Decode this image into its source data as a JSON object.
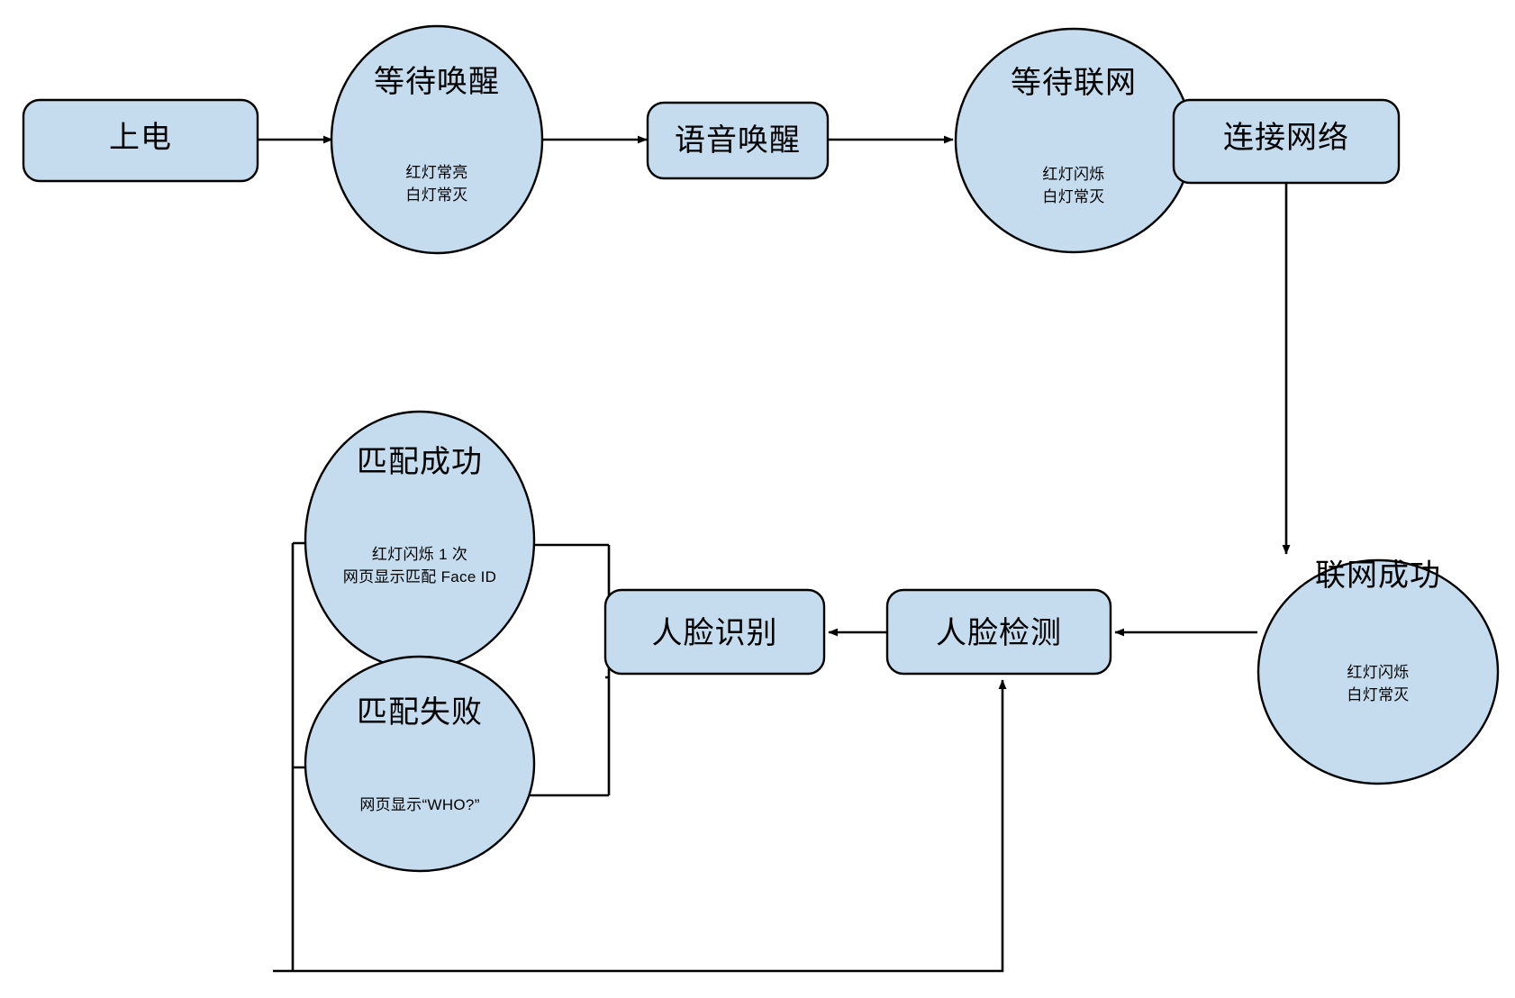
{
  "diagram": {
    "type": "flowchart",
    "background_color": "#ffffff",
    "node_fill_color": "#c5dcef",
    "node_stroke_color": "#000000",
    "nodes": [
      {
        "id": "power-on",
        "shape": "rounded-rect",
        "title": "上电",
        "sub": ""
      },
      {
        "id": "waiting-wakeup",
        "shape": "ellipse",
        "title": "等待唤醒",
        "sub_line1": "红灯常亮",
        "sub_line2": "白灯常灭"
      },
      {
        "id": "voice-wakeup",
        "shape": "rounded-rect",
        "title": "语音唤醒",
        "sub": ""
      },
      {
        "id": "waiting-network",
        "shape": "ellipse",
        "title": "等待联网",
        "sub_line1": "红灯闪烁",
        "sub_line2": "白灯常灭"
      },
      {
        "id": "connect-network",
        "shape": "rounded-rect",
        "title": "连接网络",
        "sub": ""
      },
      {
        "id": "network-success",
        "shape": "ellipse",
        "title": "联网成功",
        "sub_line1": "红灯闪烁",
        "sub_line2": "白灯常灭"
      },
      {
        "id": "face-detect",
        "shape": "rounded-rect",
        "title": "人脸检测",
        "sub": ""
      },
      {
        "id": "face-recognize",
        "shape": "rounded-rect",
        "title": "人脸识别",
        "sub": ""
      },
      {
        "id": "match-success",
        "shape": "ellipse",
        "title": "匹配成功",
        "sub_line1": "红灯闪烁 1 次",
        "sub_line2": "网页显示匹配 Face ID"
      },
      {
        "id": "match-fail",
        "shape": "ellipse",
        "title": "匹配失败",
        "sub_line1": "网页显示“WHO?”",
        "sub_line2": ""
      }
    ],
    "edges": [
      {
        "from": "power-on",
        "to": "waiting-wakeup",
        "label": ""
      },
      {
        "from": "waiting-wakeup",
        "to": "voice-wakeup",
        "label": ""
      },
      {
        "from": "voice-wakeup",
        "to": "waiting-network",
        "label": ""
      },
      {
        "from": "waiting-network",
        "to": "connect-network",
        "label": ""
      },
      {
        "from": "connect-network",
        "to": "network-success",
        "label": ""
      },
      {
        "from": "network-success",
        "to": "face-detect",
        "label": ""
      },
      {
        "from": "face-detect",
        "to": "face-recognize",
        "label": ""
      },
      {
        "from": "face-recognize",
        "to": "match-success",
        "label": ""
      },
      {
        "from": "face-recognize",
        "to": "match-fail",
        "label": ""
      },
      {
        "from": "match-fail",
        "to": "face-detect",
        "label": ""
      }
    ]
  }
}
